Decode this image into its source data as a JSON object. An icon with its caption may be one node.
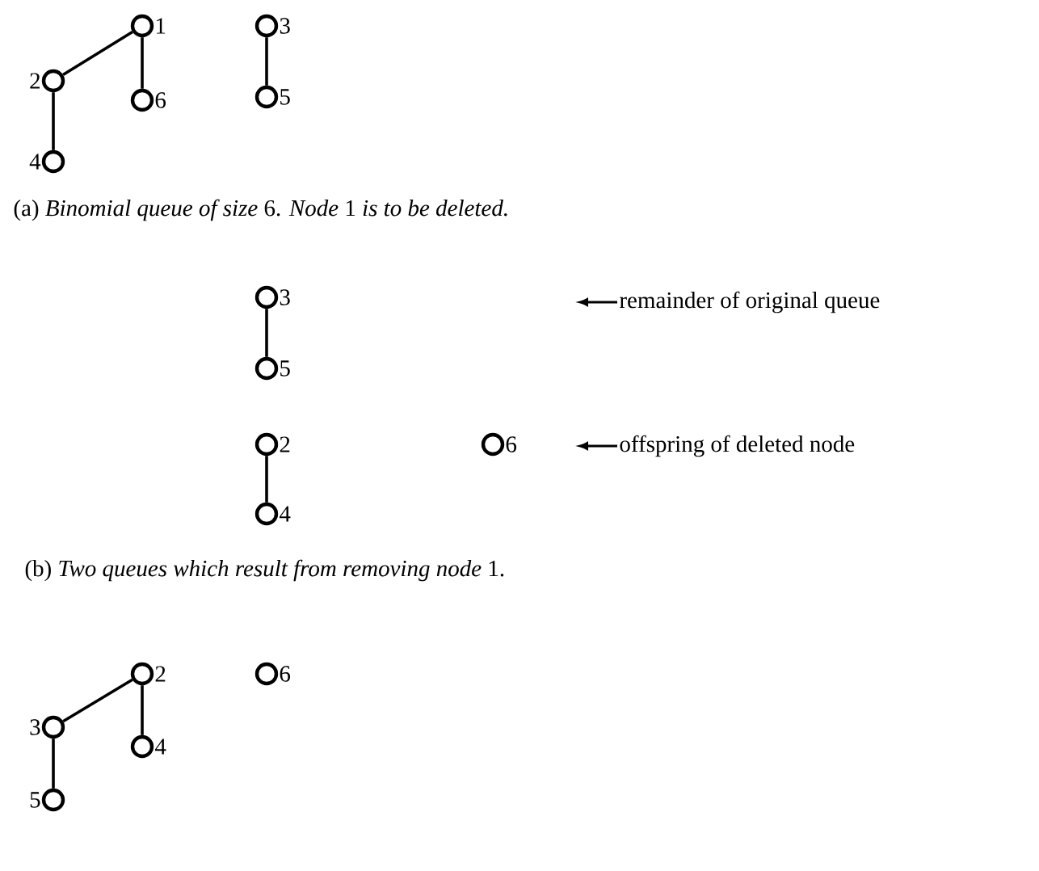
{
  "diagram": {
    "nodes": [
      {
        "text": [
          "1"
        ]
      },
      {
        "text": [
          "3"
        ]
      },
      {
        "text": [
          "2"
        ]
      },
      {
        "text": [
          "6"
        ]
      },
      {
        "text": [
          "5"
        ]
      },
      {
        "text": [
          "4"
        ]
      },
      {
        "text": [
          "3"
        ]
      },
      {
        "text": [
          "remainder of original queue"
        ]
      },
      {
        "text": [
          "5"
        ]
      },
      {
        "text": [
          "2"
        ]
      },
      {
        "text": [
          "6"
        ]
      },
      {
        "text": [
          "offspring of deleted node"
        ]
      },
      {
        "text": [
          "4"
        ]
      },
      {
        "text": [
          "2"
        ]
      },
      {
        "text": [
          "6"
        ]
      },
      {
        "text": [
          "3"
        ]
      },
      {
        "text": [
          "4"
        ]
      },
      {
        "text": [
          "5"
        ]
      }
    ],
    "edges": [
      {
        "from": 0,
        "to": 2,
        "arrow": "none"
      },
      {
        "from": 0,
        "to": 3,
        "arrow": "none"
      },
      {
        "from": 1,
        "to": 4,
        "arrow": "none"
      },
      {
        "from": 2,
        "to": 5,
        "arrow": "none"
      },
      {
        "from": 6,
        "to": 8,
        "arrow": "none"
      },
      {
        "from": 7,
        "to": null,
        "arrow": "to"
      },
      {
        "from": 9,
        "to": 12,
        "arrow": "none"
      },
      {
        "from": 11,
        "to": null,
        "arrow": "to"
      },
      {
        "from": 13,
        "to": 15,
        "arrow": "none"
      },
      {
        "from": 13,
        "to": 16,
        "arrow": "none"
      },
      {
        "from": 15,
        "to": 17,
        "arrow": "none"
      }
    ],
    "labels": [
      "(a) *Binomial queue of size* 6. *Node* 1 *is to be deleted.*",
      "(b) *Two queues which result from removing node* 1."
    ]
  }
}
